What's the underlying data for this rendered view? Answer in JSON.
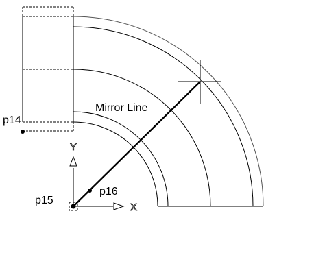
{
  "labels": {
    "mirror_line": "Mirror Line",
    "p14": "p14",
    "p15": "p15",
    "p16": "p16",
    "axis_y": "Y",
    "axis_x": "X"
  }
}
